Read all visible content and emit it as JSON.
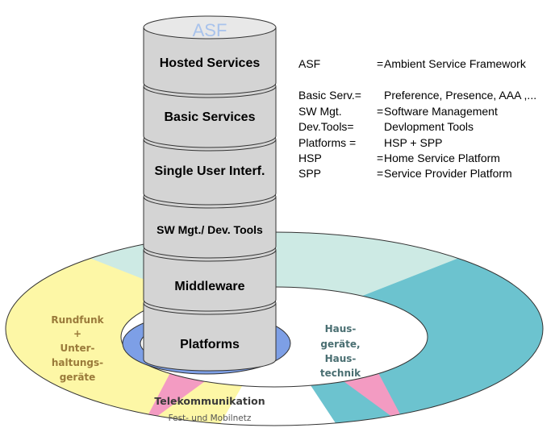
{
  "stack": {
    "title": "ASF",
    "layers": [
      "Hosted Services",
      "Basic Services",
      "Single User Interf.",
      "SW Mgt./ Dev. Tools",
      "Middleware",
      "Platforms"
    ]
  },
  "ring": {
    "left_lines": [
      "Rundfunk",
      "+",
      "Unter-",
      "haltungs-",
      "geräte"
    ],
    "right_lines": [
      "Haus-",
      "geräte,",
      "Haus-",
      "technik"
    ],
    "bottom_title": "Telekommunikation",
    "bottom_sub": "Fest- und Mobilnetz"
  },
  "legend": {
    "asf": {
      "abbr": "ASF",
      "eq": "=",
      "def": "Ambient Service Framework"
    },
    "entries": [
      {
        "abbr": "Basic Serv.=",
        "eq": "",
        "def": "Preference, Presence, AAA ,..."
      },
      {
        "abbr": "SW Mgt.",
        "eq": "=",
        "def": "Software Management"
      },
      {
        "abbr": "Dev.Tools=",
        "eq": "",
        "def": "Devlopment Tools"
      },
      {
        "abbr": "Platforms =",
        "eq": "",
        "def": "HSP + SPP"
      },
      {
        "abbr": "HSP",
        "eq": "=",
        "def": "Home Service Platform"
      },
      {
        "abbr": "SPP",
        "eq": "=",
        "def": "Service Provider Platform"
      }
    ]
  },
  "colors": {
    "cylinder_body": "#d4d4d4",
    "cylinder_top": "#e8e8e8",
    "ring_left": "#fdf7a6",
    "ring_right": "#6cc3cf",
    "ring_bottom": "#f39bc2",
    "ring_top": "#cdeae4",
    "inner_ring": "#7d9fe6",
    "asf_text": "#a9c3ec",
    "outline": "#333333"
  }
}
